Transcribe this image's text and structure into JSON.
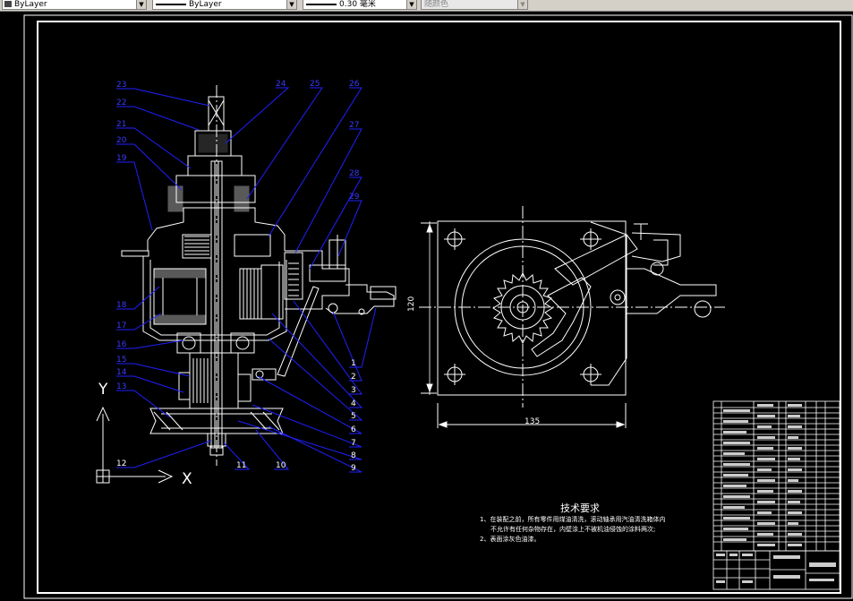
{
  "toolbar": {
    "color_combo": "ByLayer",
    "linetype_combo": "ByLayer",
    "lineweight_combo": "0.30 毫米",
    "plotstyle_combo": "随颜色"
  },
  "drawing": {
    "balloons_left": [
      "23",
      "22",
      "21",
      "20",
      "19",
      "18",
      "17",
      "16",
      "15",
      "14",
      "13",
      "12"
    ],
    "balloons_top": [
      "24",
      "25",
      "26"
    ],
    "balloons_right": [
      "27",
      "28",
      "29",
      "1",
      "2",
      "3",
      "4",
      "5",
      "6",
      "7",
      "8",
      "9"
    ],
    "balloons_bottom": [
      "11",
      "10"
    ],
    "dim_width": "135",
    "dim_height": "120",
    "ucs_y": "Y",
    "ucs_x": "X",
    "notes_title": "技术要求",
    "note1_line1": "1、在装配之前，所有零件用煤油清洗，滚动轴承用汽油清洗箱体内",
    "note1_line2": "不允许有任何杂物存在，内壁涂上不被机油侵蚀的涂料两次;",
    "note2": "2、表面涂灰色油漆。"
  },
  "colors": {
    "background": "#000000",
    "line": "#ffffff",
    "leader": "#0000ff",
    "dim": "#ffffff"
  }
}
